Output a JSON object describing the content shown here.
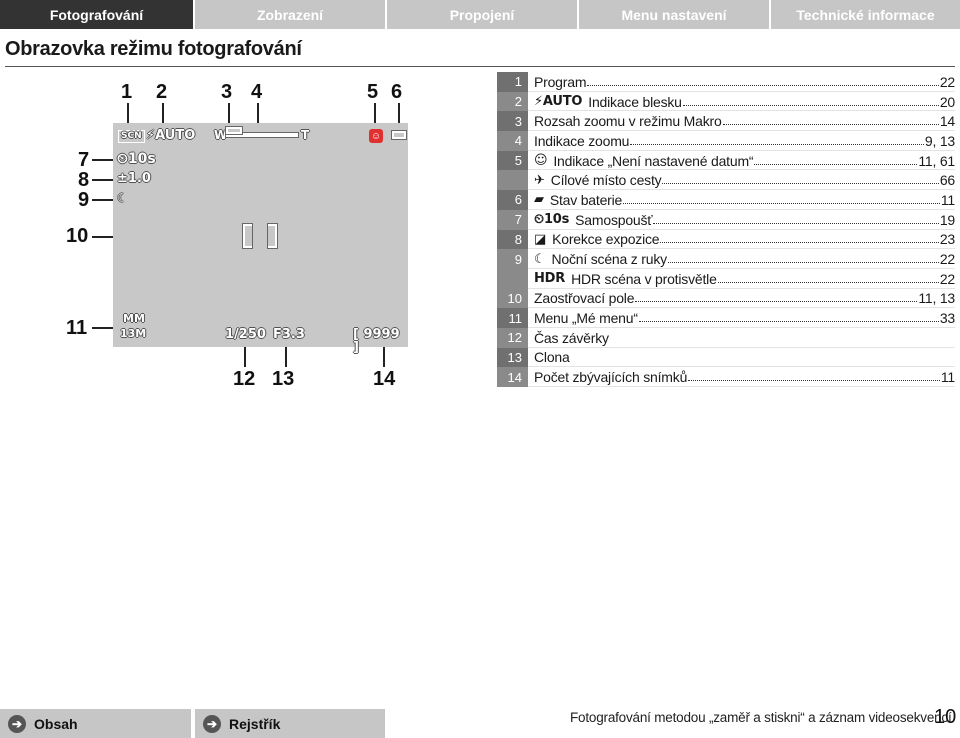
{
  "tabs": [
    {
      "label": "Fotografování",
      "active": true
    },
    {
      "label": "Zobrazení",
      "active": false
    },
    {
      "label": "Propojení",
      "active": false
    },
    {
      "label": "Menu nastavení",
      "active": false
    },
    {
      "label": "Technické informace",
      "active": false
    }
  ],
  "page_title": "Obrazovka režimu fotografování",
  "diagram": {
    "callouts": [
      "1",
      "2",
      "3",
      "4",
      "5",
      "6",
      "7",
      "8",
      "9",
      "10",
      "11",
      "12",
      "13",
      "14"
    ],
    "osd": {
      "scene_icon": "SCN",
      "flash": "⚡AUTO",
      "zoom_wide": "W",
      "zoom_tele": "T",
      "selftimer": "⏲10s",
      "exposure_comp": "±1.0",
      "night_handheld_icon": "night-handheld",
      "mymenu_icon": "MM",
      "image_size": "13M",
      "shutter": "1/250",
      "aperture": "F3.3",
      "shots_remaining": "[ 9999 ]"
    }
  },
  "legend": [
    {
      "num": "1",
      "icon": "",
      "symbol": "",
      "text": "Program",
      "page": "22"
    },
    {
      "num": "2",
      "icon": "flash-auto-icon",
      "symbol": "⚡AUTO",
      "text": "Indikace blesku",
      "page": "20"
    },
    {
      "num": "3",
      "icon": "",
      "symbol": "",
      "text": "Rozsah zoomu v režimu Makro",
      "page": "14"
    },
    {
      "num": "4",
      "icon": "",
      "symbol": "",
      "text": "Indikace zoomu",
      "page": "9, 13"
    },
    {
      "num": "5",
      "icon": "date-not-set-icon",
      "symbol": "☺",
      "text": "Indikace „Není nastavené datum“",
      "page": "11, 61"
    },
    {
      "num": "",
      "icon": "travel-destination-icon",
      "symbol": "✈",
      "text": "Cílové místo cesty",
      "page": "66"
    },
    {
      "num": "6",
      "icon": "battery-icon",
      "symbol": "▰",
      "text": "Stav baterie",
      "page": "11"
    },
    {
      "num": "7",
      "icon": "self-timer-icon",
      "symbol": "⏲10s",
      "text": "Samospoušť",
      "page": "19"
    },
    {
      "num": "8",
      "icon": "exposure-comp-icon",
      "symbol": "◪",
      "text": "Korekce expozice",
      "page": "23"
    },
    {
      "num": "9",
      "icon": "night-scene-icon",
      "symbol": "☾",
      "text": "Noční scéna z ruky",
      "page": "22"
    },
    {
      "num": "",
      "icon": "hdr-icon",
      "symbol": "HDR",
      "text": "HDR scéna v protisvětle",
      "page": "22"
    },
    {
      "num": "10",
      "icon": "",
      "symbol": "",
      "text": "Zaostřovací pole",
      "page": "11, 13"
    },
    {
      "num": "11",
      "icon": "",
      "symbol": "",
      "text": "Menu „Mé menu“",
      "page": "33"
    },
    {
      "num": "12",
      "icon": "",
      "symbol": "",
      "text": "Čas závěrky",
      "page": ""
    },
    {
      "num": "13",
      "icon": "",
      "symbol": "",
      "text": "Clona",
      "page": ""
    },
    {
      "num": "14",
      "icon": "",
      "symbol": "",
      "text": "Počet zbývajících snímků",
      "page": "11"
    }
  ],
  "footer": {
    "contents_label": "Obsah",
    "index_label": "Rejstřík",
    "caption": "Fotografování metodou „zaměř a stiskni“ a záznam videosekvencí",
    "page_number": "10"
  }
}
